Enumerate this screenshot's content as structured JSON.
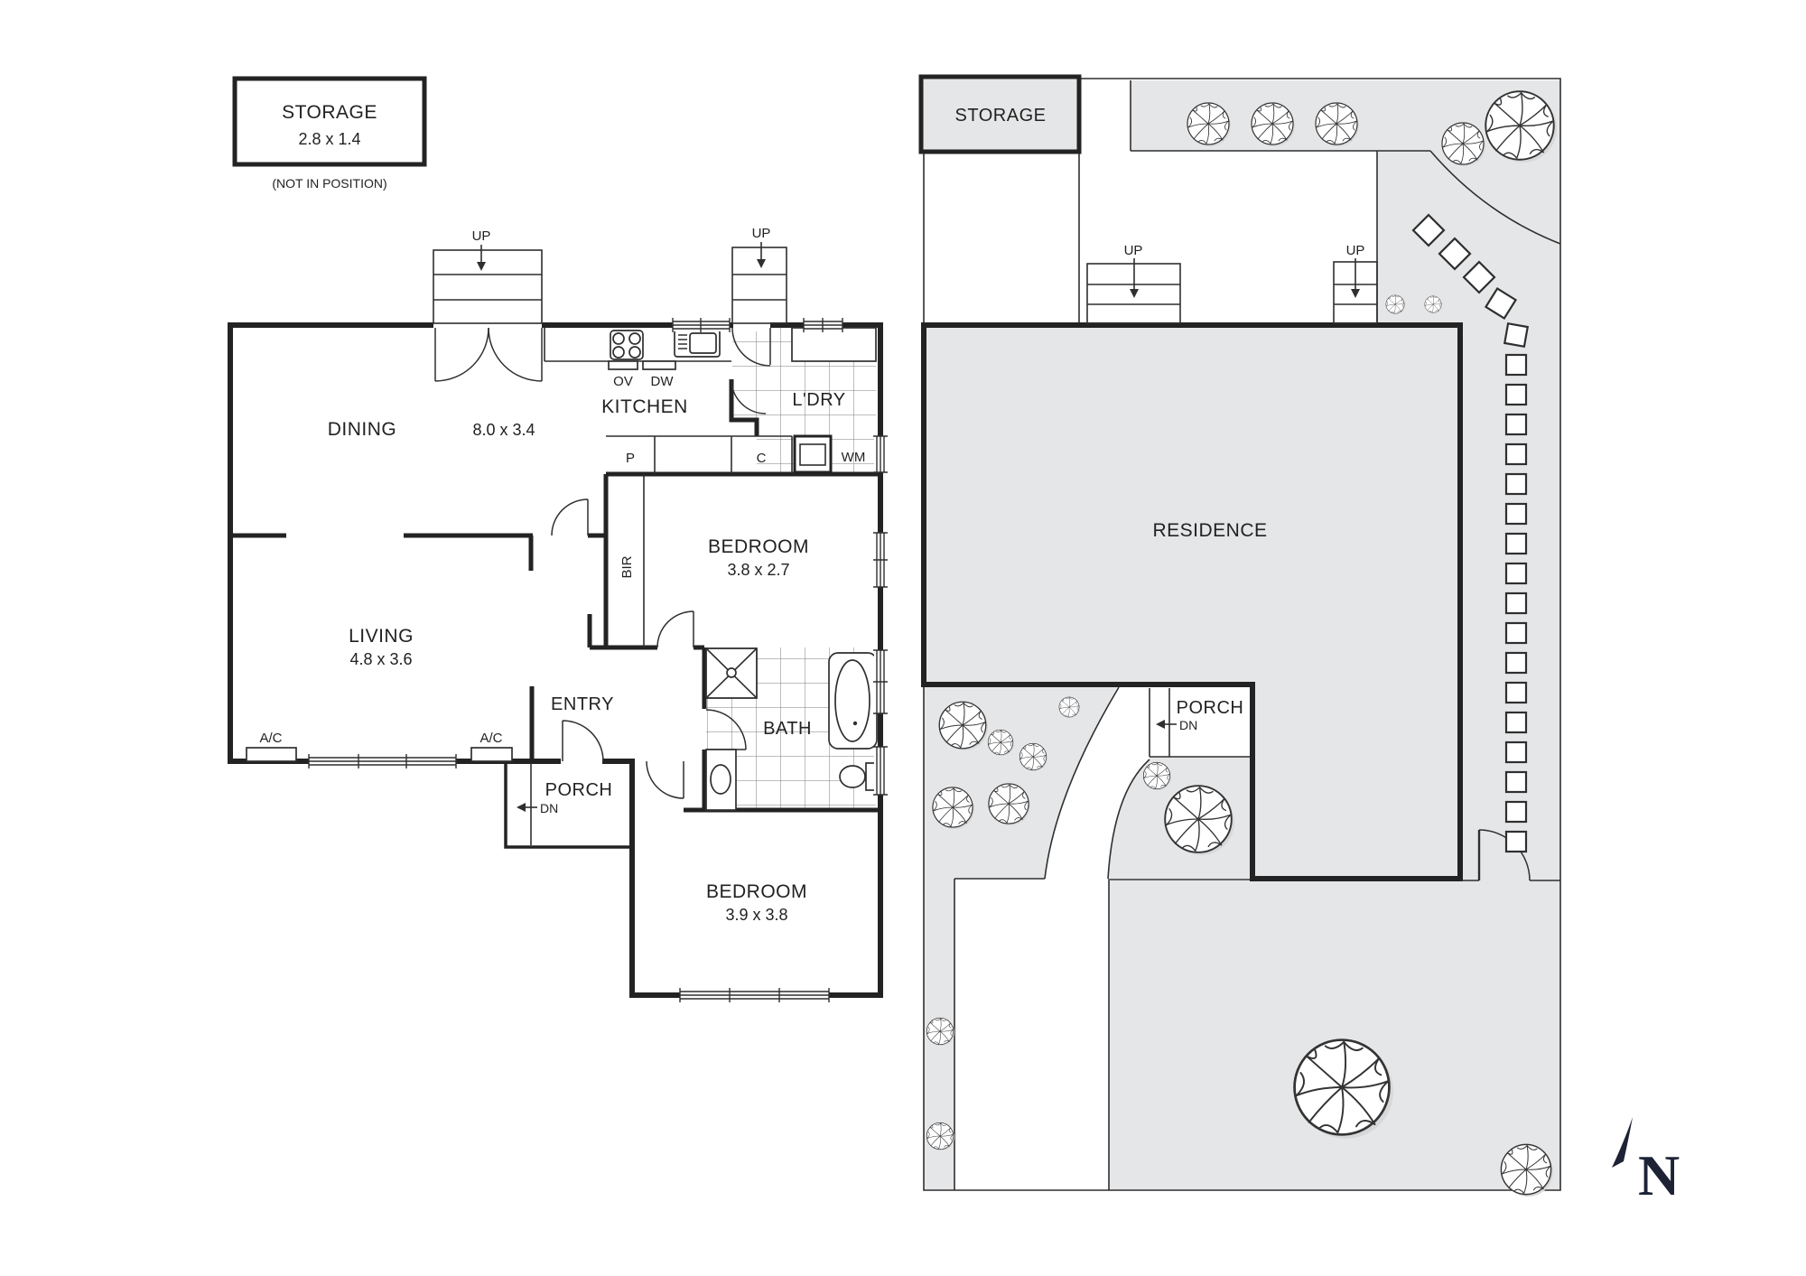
{
  "legend": {
    "storage_label": "STORAGE",
    "storage_dims": "2.8 x 1.4",
    "note": "(NOT IN POSITION)"
  },
  "floor_plan": {
    "rooms": {
      "dining": {
        "name": "DINING",
        "dims": "8.0 x 3.4"
      },
      "kitchen": {
        "name": "KITCHEN"
      },
      "laundry": {
        "name": "L'DRY"
      },
      "bedroom1": {
        "name": "BEDROOM",
        "dims": "3.8 x 2.7"
      },
      "living": {
        "name": "LIVING",
        "dims": "4.8 x 3.6"
      },
      "entry": {
        "name": "ENTRY"
      },
      "bath": {
        "name": "BATH"
      },
      "porch": {
        "name": "PORCH",
        "down_label": "DN"
      },
      "bedroom2": {
        "name": "BEDROOM",
        "dims": "3.9 x 3.8"
      }
    },
    "labels": {
      "up": "UP",
      "oven": "OV",
      "dishwasher": "DW",
      "pantry": "P",
      "cupboard": "C",
      "washing_machine": "WM",
      "built_in_robe": "BIR",
      "air_conditioner": "A/C"
    }
  },
  "site_plan": {
    "storage_label": "STORAGE",
    "residence_label": "RESIDENCE",
    "porch": {
      "name": "PORCH",
      "down_label": "DN"
    },
    "up_label": "UP"
  },
  "compass": {
    "north_label": "N"
  },
  "colors": {
    "wall": "#232323",
    "site_fill": "#e5e6e7",
    "tree_stroke": "#333333",
    "north_arrow": "#1d2235",
    "background": "#ffffff"
  }
}
